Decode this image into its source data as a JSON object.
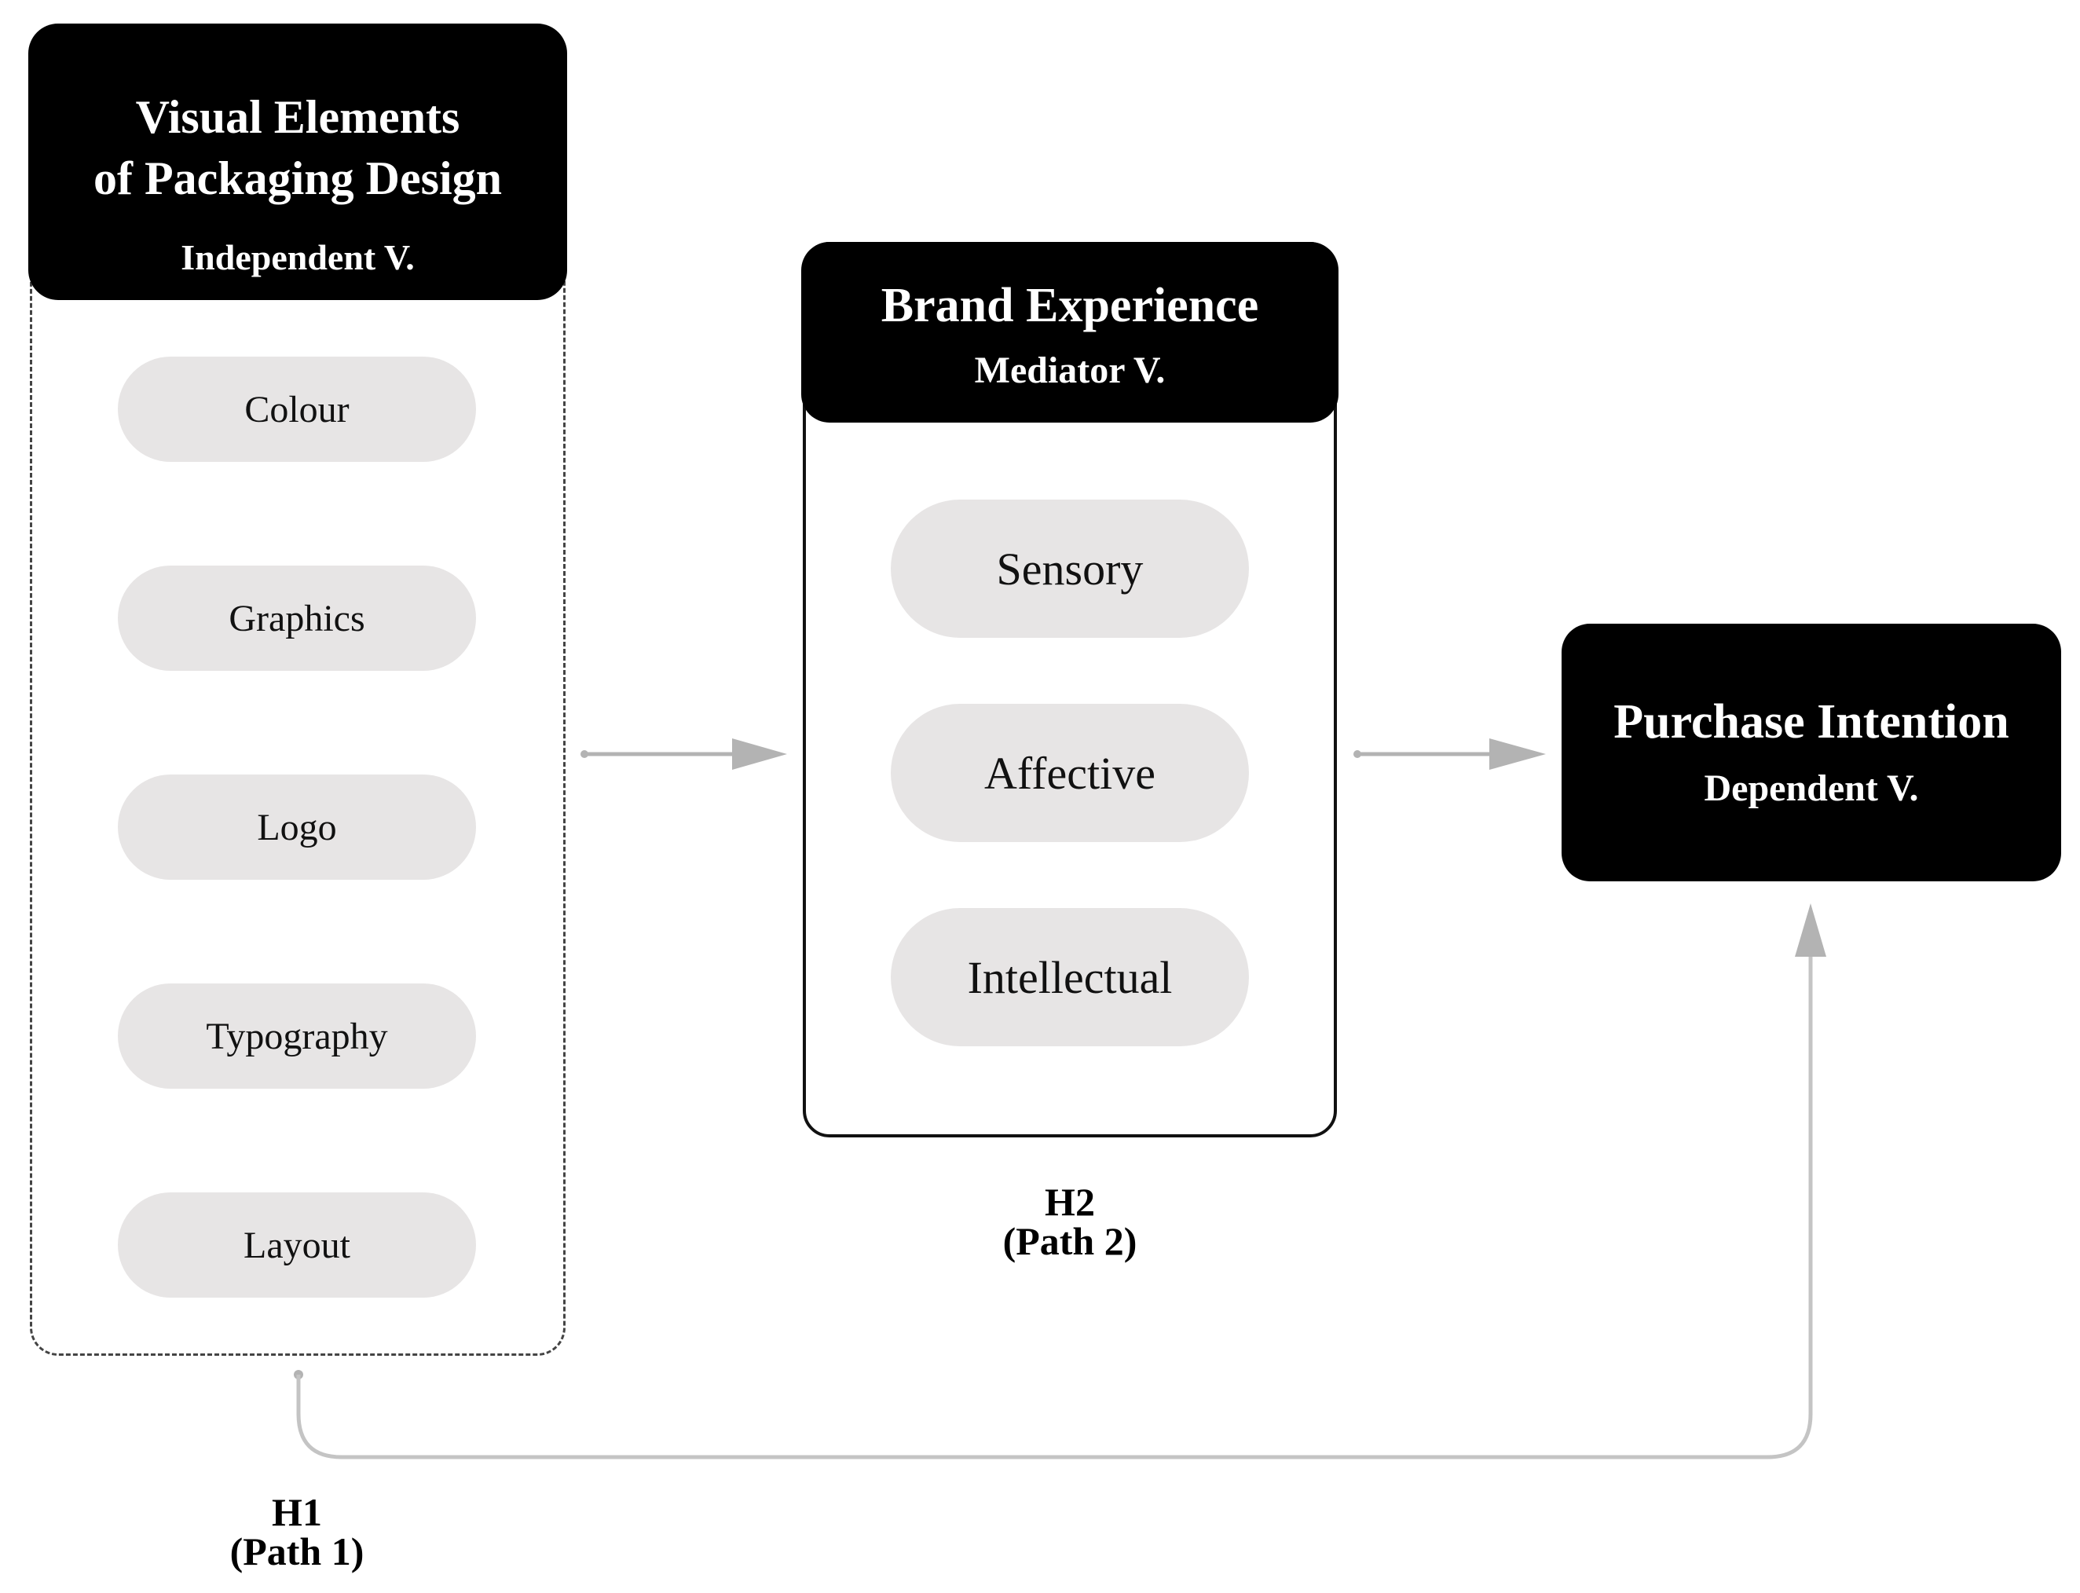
{
  "independent": {
    "title": "Visual Elements\nof Packaging Design",
    "subtitle": "Independent V.",
    "items": [
      "Colour",
      "Graphics",
      "Logo",
      "Typography",
      "Layout"
    ]
  },
  "mediator": {
    "title": "Brand Experience",
    "subtitle": "Mediator V.",
    "items": [
      "Sensory",
      "Affective",
      "Intellectual"
    ]
  },
  "dependent": {
    "title": "Purchase Intention",
    "subtitle": "Dependent V."
  },
  "paths": {
    "h1": {
      "label": "H1",
      "path": "(Path 1)"
    },
    "h2": {
      "label": "H2",
      "path": "(Path 2)"
    }
  },
  "colors": {
    "header_fill": "#000000",
    "pill_fill": "#e7e5e5",
    "arrow": "#b3b3b3"
  }
}
